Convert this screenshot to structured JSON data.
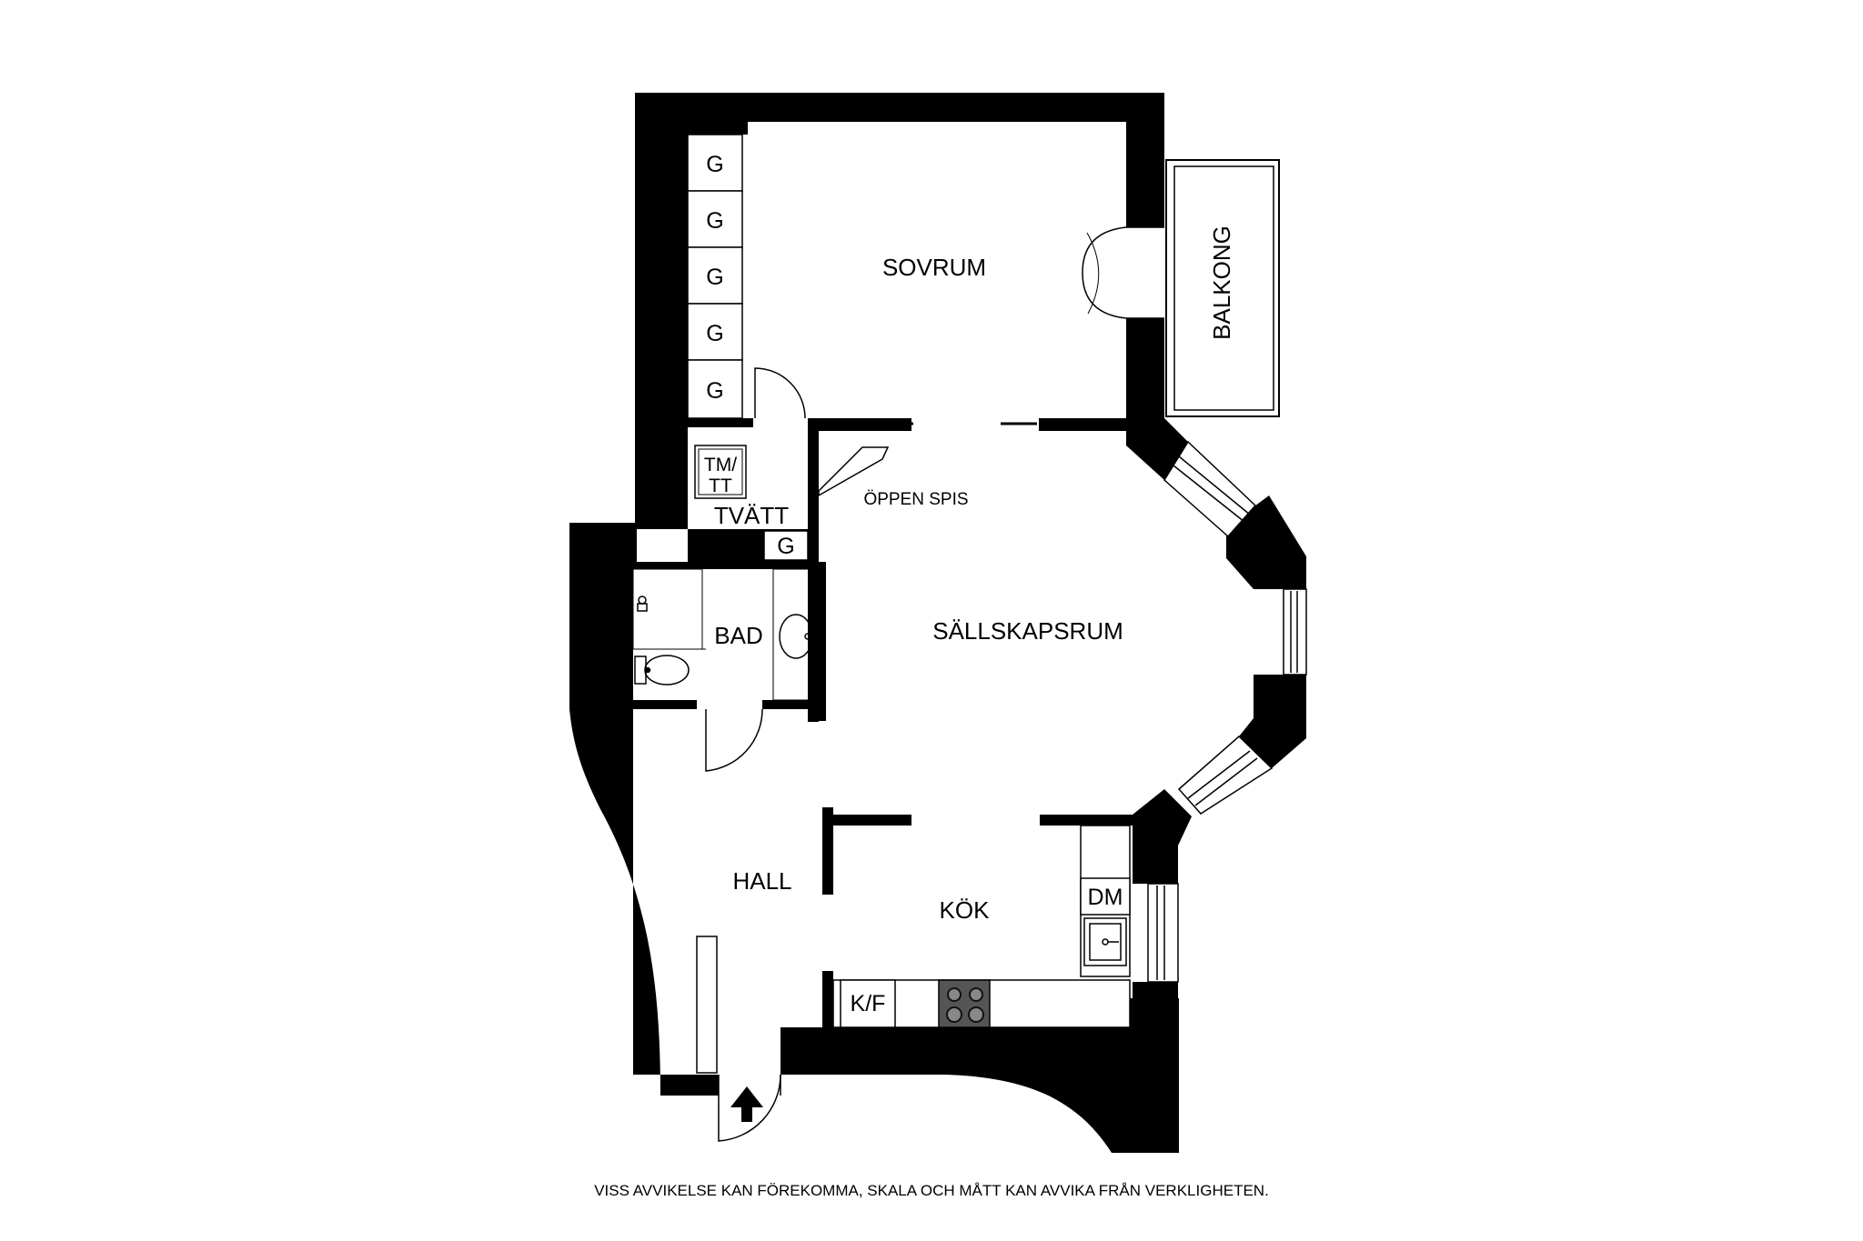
{
  "rooms": {
    "sovrum": "SOVRUM",
    "balkong": "BALKONG",
    "sallskapsrum": "SÄLLSKAPSRUM",
    "oppen_spis": "ÖPPEN SPIS",
    "tvatt": "TVÄTT",
    "bad": "BAD",
    "hall": "HALL",
    "kok": "KÖK"
  },
  "fixtures": {
    "wardrobe": "G",
    "washer_line1": "TM/",
    "washer_line2": "TT",
    "dishwasher": "DM",
    "fridge_freezer": "K/F"
  },
  "icons": [
    "entrance-arrow-icon",
    "toilet-icon",
    "washbasin-icon",
    "shower-icon",
    "stove-icon",
    "kitchen-sink-icon"
  ],
  "disclaimer": "VISS AVVIKELSE KAN FÖREKOMMA, SKALA OCH MÅTT KAN AVVIKA FRÅN VERKLIGHETEN."
}
